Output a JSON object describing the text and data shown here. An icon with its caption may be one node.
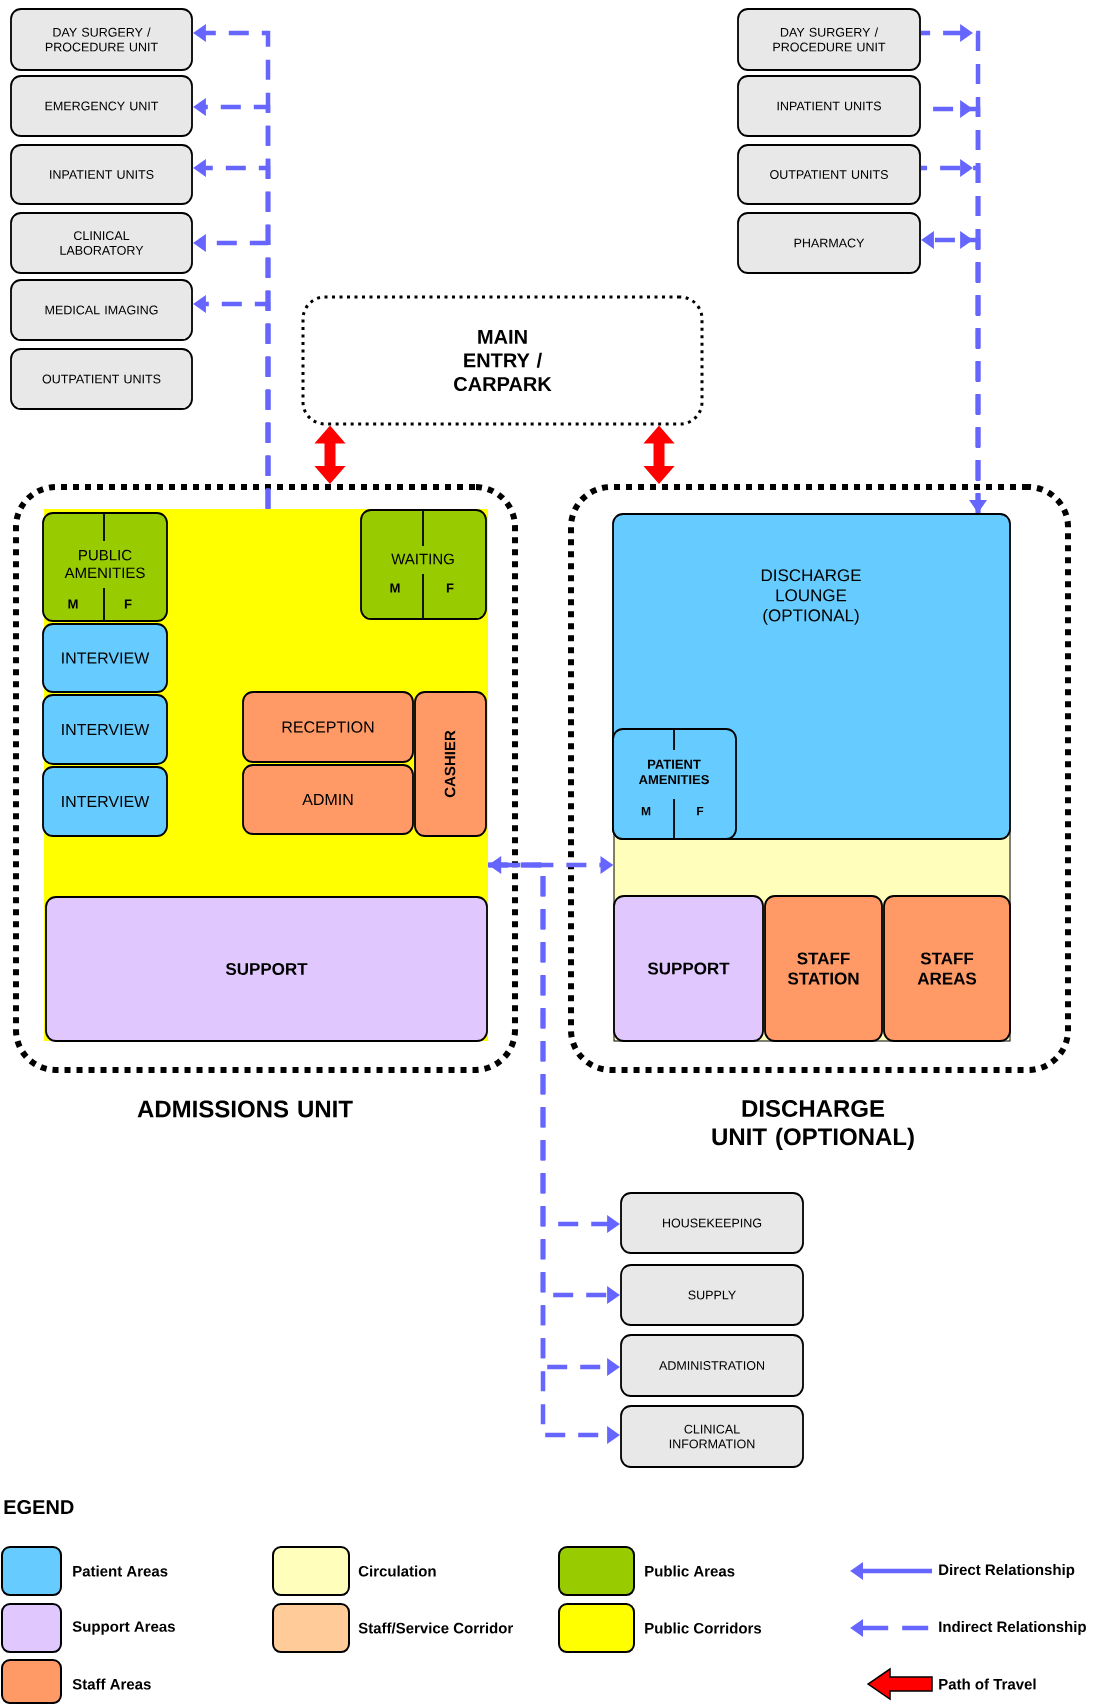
{
  "diagram": {
    "nodes": [
      {
        "text": [
          "DAY SURGERY / PROCEDURE UNIT"
        ]
      },
      {
        "text": [
          "EMERGENCY UNIT"
        ]
      },
      {
        "text": [
          "INPATIENT UNITS"
        ]
      },
      {
        "text": [
          "CLINICAL LABORATORY"
        ]
      },
      {
        "text": [
          "MEDICAL IMAGING"
        ]
      },
      {
        "text": [
          "OUTPATIENT UNITS"
        ]
      },
      {
        "text": [
          "DAY SURGERY / PROCEDURE UNIT"
        ]
      },
      {
        "text": [
          "INPATIENT UNITS"
        ]
      },
      {
        "text": [
          "OUTPATIENT UNITS"
        ]
      },
      {
        "text": [
          "PHARMACY"
        ]
      },
      {
        "text": [
          "MAIN ENTRY / CARPARK"
        ]
      },
      {
        "text": [
          "ADMISSIONS UNIT"
        ]
      },
      {
        "text": [],
        "shape": "box",
        "in": 11
      },
      {
        "text": [
          "PUBLIC AMENITIES",
          "M",
          "F"
        ],
        "in": 12
      },
      {
        "text": [
          "INTERVIEW"
        ],
        "in": 12
      },
      {
        "text": [
          "INTERVIEW"
        ],
        "in": 12
      },
      {
        "text": [
          "INTERVIEW"
        ],
        "in": 12
      },
      {
        "text": [
          "WAITING",
          "M",
          "F"
        ],
        "in": 12
      },
      {
        "text": [
          "RECEPTION"
        ],
        "in": 12
      },
      {
        "text": [
          "ADMIN"
        ],
        "in": 12
      },
      {
        "text": [
          "CASHIER"
        ],
        "in": 12
      },
      {
        "text": [
          "SUPPORT"
        ],
        "in": 12
      },
      {
        "text": [
          "DISCHARGE UNIT (OPTIONAL)"
        ]
      },
      {
        "text": [
          "DISCHARGE LOUNGE (OPTIONAL)"
        ],
        "in": 22
      },
      {
        "text": [
          "PATIENT AMENITIES",
          "M",
          "F"
        ],
        "in": 23
      },
      {
        "text": [],
        "shape": "box",
        "in": 22
      },
      {
        "text": [
          "SUPPORT"
        ],
        "in": 25
      },
      {
        "text": [
          "STAFF STATION"
        ],
        "in": 25
      },
      {
        "text": [
          "STAFF AREAS"
        ],
        "in": 25
      },
      {
        "text": [
          "HOUSEKEEPING"
        ]
      },
      {
        "text": [
          "SUPPLY"
        ]
      },
      {
        "text": [
          "ADMINISTRATION"
        ]
      },
      {
        "text": [
          "CLINICAL INFORMATION"
        ]
      }
    ],
    "edges": [
      {
        "from": 12,
        "to": 0,
        "arrow": "to",
        "style": "dashed"
      },
      {
        "from": 12,
        "to": 1,
        "arrow": "to",
        "style": "dashed"
      },
      {
        "from": 12,
        "to": 2,
        "arrow": "to",
        "style": "dashed"
      },
      {
        "from": 12,
        "to": 3,
        "arrow": "to",
        "style": "dashed"
      },
      {
        "from": 12,
        "to": 4,
        "arrow": "to",
        "style": "dashed"
      },
      {
        "from": 6,
        "to": 23,
        "arrow": "to",
        "style": "dashed"
      },
      {
        "from": 7,
        "to": 23,
        "arrow": "to",
        "style": "dashed"
      },
      {
        "from": 8,
        "to": 23,
        "arrow": "to",
        "style": "dashed"
      },
      {
        "from": 9,
        "to": 23,
        "arrow": "both",
        "style": "dashed"
      },
      {
        "from": 10,
        "to": 11,
        "arrow": "both",
        "style": "thick",
        "color": "#ff0000"
      },
      {
        "from": 10,
        "to": 22,
        "arrow": "both",
        "style": "thick",
        "color": "#ff0000"
      },
      {
        "from": 12,
        "to": 25,
        "arrow": "both",
        "style": "dashed"
      },
      {
        "from": 12,
        "to": 29,
        "arrow": "to",
        "style": "dashed"
      },
      {
        "from": 12,
        "to": 30,
        "arrow": "to",
        "style": "dashed"
      },
      {
        "from": 12,
        "to": 31,
        "arrow": "to",
        "style": "dashed"
      },
      {
        "from": 12,
        "to": 32,
        "arrow": "to",
        "style": "dashed"
      }
    ],
    "labels": [
      "EGEND"
    ],
    "legend": [
      {
        "text": "Patient Areas",
        "color": "#66ccff"
      },
      {
        "text": "Circulation",
        "color": "#ffffbb"
      },
      {
        "text": "Public Areas",
        "color": "#99cc00"
      },
      {
        "text": "Direct Relationship"
      },
      {
        "text": "Support Areas",
        "color": "#e0c8ff"
      },
      {
        "text": "Staff/Service Corridor",
        "color": "#ffcc99"
      },
      {
        "text": "Public Corridors",
        "color": "#ffff00"
      },
      {
        "text": "Indirect Relationship"
      },
      {
        "text": "Staff Areas",
        "color": "#ff9966"
      },
      {
        "text": "Path of Travel"
      }
    ]
  }
}
